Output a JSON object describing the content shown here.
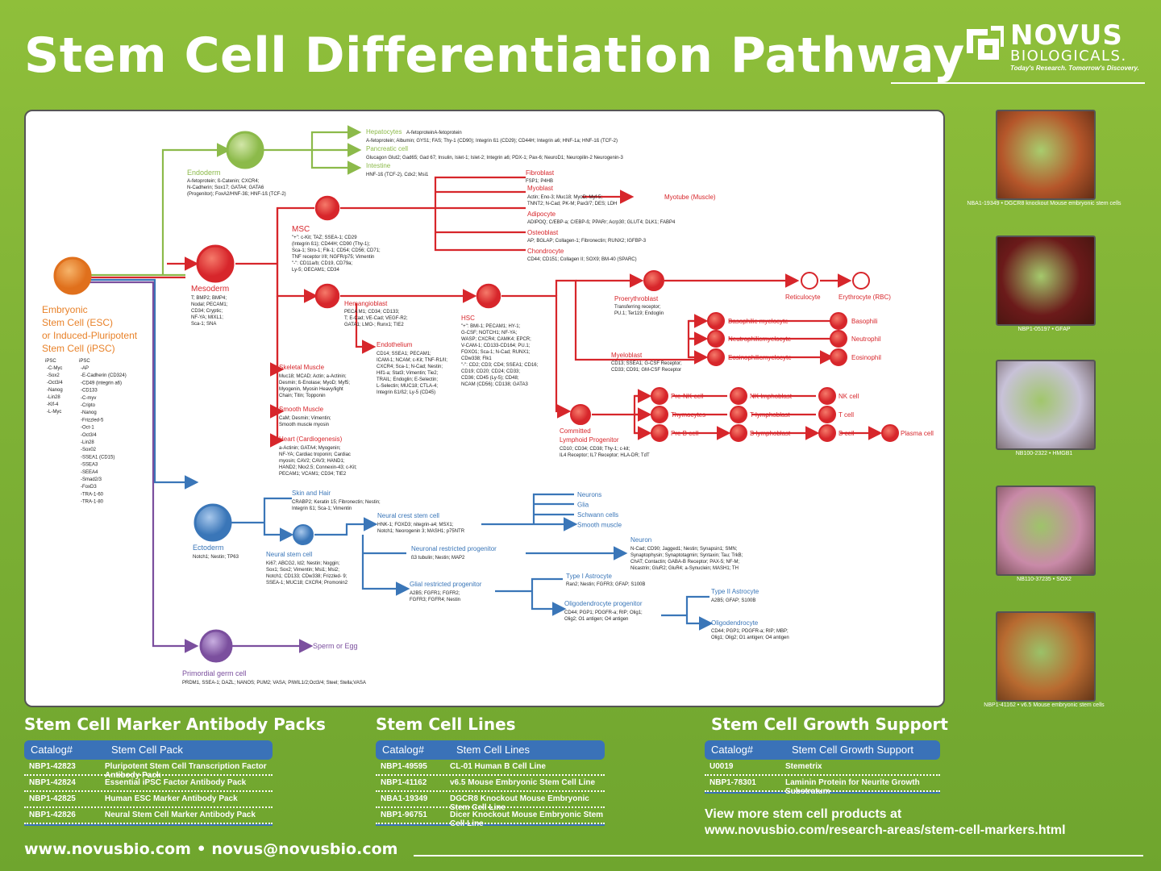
{
  "title": "Stem Cell Differentiation Pathway",
  "logo": {
    "line1": "NOVUS",
    "line2": "BIOLOGICALS.",
    "tagline": "Today's Research. Tomorrow's Discovery."
  },
  "colors": {
    "endoderm": "#8cba4a",
    "mesoderm": "#d7262b",
    "ectoderm": "#3a76b8",
    "germ": "#7b4f9e",
    "stem": "#e8822a",
    "background": "#7fb236"
  },
  "nodes": {
    "stem": {
      "title": [
        "Embryonic",
        "Stem Cell (ESC)",
        "or Induced-Pluripotent",
        "Stem Cell (iPSC)"
      ]
    },
    "ipsc_left": {
      "head": "iPSC",
      "items": [
        "-C-Myc",
        "-Sox2",
        "-Oct3/4",
        "-Nanog",
        "-Lin28",
        "-Klf-4",
        "-L-Myc"
      ]
    },
    "ipsc_right": {
      "head": "iPSC",
      "items": [
        "-AP",
        "-E-Cadherin (CD324)",
        "-CD49 (integrin a6)",
        "-CD133",
        "-C-myv",
        "-Cripto",
        "-Nanog",
        "-Frizzled-5",
        "-Oct-1",
        "-Oct3/4",
        "-Lin28",
        "-Sox02",
        "-SSEA1 (CD15)",
        "-SSEA3",
        "-SEEA4",
        "-Smad2/3",
        "-FoxD3",
        "-TRA-1-60",
        "-TRA-1-80"
      ]
    },
    "endoderm": {
      "title": "Endoderm",
      "markers": [
        "A-fetoprotein; ß-Catenin; CXCR4;",
        "N-Cadherin; Sox17; GATA4; GATA6",
        "(Progenitor); FoxA2/HNF-3ß; HNF-1ß (TCF-2)"
      ]
    },
    "hepatocytes": {
      "title": "Hepatocytes",
      "inline": "A-fetoproteinA-fetoprotein",
      "markers": "A-fetoprotein; Albumin; GYS1; FAS; Thy-1 (CD90); Integrin ß1 (CD29); CD44H; Integrin a6; HNF-1a; HNF-1ß (TCF-2)"
    },
    "pancreatic": {
      "title": "Pancreatic cell",
      "markers": "Glucagon Glut2; Gad65; Gad 67; Insulin, Islet-1; Islet-2; Integrin a6; PDX-1; Pax-6; NeuroD1; Neuropilin-2 Neurogenin-3"
    },
    "intestine": {
      "title": "Intestine",
      "markers": "HNF-1ß (TCF-2), Cdx2; Msi1"
    },
    "mesoderm": {
      "title": "Mesoderm",
      "markers": [
        "T; BMP2; BMP4;",
        "Nodal; PECAM1;",
        "CD34; Cryptic;",
        "NF-YA; MIXL1;",
        "Sca-1; SNA"
      ]
    },
    "msc": {
      "title": "MSC",
      "markers": [
        "\"+\": c-Kit; TAZ; SSEA-1; CD29",
        "(Integrin ß1); CD44H; CD90 (Thy-1);",
        "Sca-1; Stro-1; Flk-1; CD54; CD56; CD71;",
        "TNF receptor I/II; NGFR/p75; Vimentin",
        "\"-\": CD11a/b; CD19, CD79a;",
        "Ly-5; OECAM1; CD34"
      ]
    },
    "fibroblast": {
      "title": "Fibroblast",
      "markers": [
        "FSP1; P4HB"
      ]
    },
    "myoblast": {
      "title": "Myoblast",
      "markers": [
        "Actin; Eno-3; Muc18; MyoD; Myf-5;",
        "TNNT2; N-Cad; PK-M; Pax3/7; DES; LDH"
      ]
    },
    "myotube": {
      "title": "Myotube (Muscle)"
    },
    "adipocyte": {
      "title": "Adipocyte",
      "markers": [
        "ADIPOQ; C/EBP-a; C/EBP-ß; PPARr; Acrp30; GLUT4; DLK1; FABP4"
      ]
    },
    "osteoblast": {
      "title": "Osteoblast",
      "markers": [
        "AP; BGLAP; Collagen-1; Fibronectin; RUNX2; IGFBP-3"
      ]
    },
    "chondrocyte": {
      "title": "Chondrocyte",
      "markers": [
        "CD44; CD151; Collagen II; SOX9; BM-40 (SPARC)"
      ]
    },
    "hemangioblast": {
      "title": "Hemangioblast",
      "markers": [
        "PECA M1; CD34; CD133;",
        "T; E-Cad; VE-Cad; VEGF-R2;",
        "GATA1; LMO-; Runx1; TIE2"
      ]
    },
    "endothelium": {
      "title": "Endothelium",
      "markers": [
        "CD14; SSEA1; PECAM1;",
        "ICAM-1; NCAM; c-Kit; TNF-R1/II;",
        "CXCR4; Sca-1; N-Cad; Nestin;",
        "Hif1-a; Stat3; Vimentin; Tie2;",
        "TRAIL; Endoglin; E-Selectin;",
        "L-Selectin; MUC18; CTLA-4;",
        "Integrin ß1/ß2; Ly-5 (CD45)"
      ]
    },
    "hsc": {
      "title": "HSC",
      "markers": [
        "\"+\": BMI-1; PECAM1; HY-1;",
        "G-CSF; NOTCH1; NF-YA;",
        "WASP; CXCR4; CAMK4; EPCR;",
        "V-CAM-1; CD133-CD164; PU.1;",
        "FOXO1; Sca-1; N-Cad; RUNX1;",
        "CDw338; Flk1",
        "\"-\": CD2; CD3; CD4; SSEA1; CD16;",
        "CD19; CD20; CD24; CD33;",
        "CD36; CD45 (Ly-5); CD48;",
        "NCAM (CD56); CD138; GATA3"
      ]
    },
    "proerythroblast": {
      "title": "Proerythroblast",
      "markers": [
        "Transferring receptor;",
        "PU.1; Ter119; Endoglin"
      ]
    },
    "reticulocyte": {
      "title": "Reticulocyte"
    },
    "erythrocyte": {
      "title": "Erythrocyte (RBC)"
    },
    "myeloblast": {
      "title": "Myeloblast",
      "markers": [
        "CD13; SSEA1; G-CSF Receptor;",
        "CD33; CD91; GM-CSF Receptor"
      ]
    },
    "basophilic_myelocyte": {
      "title": "Basophilic myelocyte"
    },
    "neutrophilic_myelocyte": {
      "title": "Neutrophilicmyelocyte"
    },
    "eosinophilic_myelocyte": {
      "title": "Eosinophilicmyelocyte"
    },
    "basophil": {
      "title": "Basophili"
    },
    "neutrophil": {
      "title": "Neutrophil"
    },
    "eosinophil": {
      "title": "Eosinophil"
    },
    "lymphoid": {
      "title": [
        "Committed",
        "Lymphoid Progenitor"
      ],
      "markers": [
        "CD10; CD34; CD38; Thy-1; c-kit;",
        "IL4 Receptor; IL7 Receptor; HLA-DR; TdT"
      ]
    },
    "pre_nk": {
      "title": "Pre-NK cell"
    },
    "thymocytes": {
      "title": "Thymocytes"
    },
    "pre_b": {
      "title": "Pre B cell"
    },
    "nk_lymphoblast": {
      "title": "NK lmphoblast"
    },
    "t_lymphoblast": {
      "title": "T lymphoblast"
    },
    "b_lymphoblast": {
      "title": "B lymphoblast"
    },
    "nk_cell": {
      "title": "NK cell"
    },
    "t_cell": {
      "title": "T cell"
    },
    "b_cell": {
      "title": "B cell"
    },
    "plasma_cell": {
      "title": "Plasma cell"
    },
    "skeletal": {
      "title": "Skeletal Muscle",
      "markers": [
        "Muc18; MCAD; Actin; a-Actinin;",
        "Desmin; ß-Enolase; MyoD; Myf5;",
        "Myogenin, Myosin Heavy/light",
        "Chain; Titin; Topponin"
      ]
    },
    "smooth": {
      "title": "Smooth Muscle",
      "markers": [
        "CaM; Desmin; Vimentin;",
        "Smooth muscle myosin"
      ]
    },
    "heart": {
      "title": "Heart (Cardiogenesis)",
      "markers": [
        "a-Actinin; GATA4; Myogenin;",
        "NF-YA; Cardiac troponin; Cardiac",
        "myosin; CAV2; CAV3; HAND1;",
        "HAND2; Nkx2.5; Connexin-43; c-Kit;",
        "PECAM1; VCAM1; CD34; TIE2"
      ]
    },
    "ectoderm": {
      "title": "Ectoderm",
      "markers": [
        "Notch1; Nestin; TP63"
      ]
    },
    "skin": {
      "title": "Skin and Hair",
      "markers": [
        "CRABP2; Keratin 15; Fibronectin; Nestin;",
        "Integrin ß1; Sca-1; Vimentin"
      ]
    },
    "neural_stem": {
      "title": "Neural stem cell",
      "markers": [
        "Ki67; ABCG2, Id2; Nestin; Noggin;",
        "Sox1; Sox2; Vimentin; Msi1; Msi2;",
        "Notch1; CD133; CDw338; Frizzled- 9;",
        "SSEA-1; MUC18; CXCR4; Promonin2"
      ]
    },
    "neural_crest": {
      "title": "Neural crest stem cell",
      "markers": [
        "HNK-1; FOXD3; nitegrin-a4; MSX1;",
        "Notch1; Neorogenin 3; MASH1; p75NTR"
      ]
    },
    "crest_out": [
      "Neurons",
      "Glia",
      "Schwann cells",
      "Smooth muscle"
    ],
    "neuronal_restricted": {
      "title": "Neuronal restricted progenitor",
      "markers": [
        "ß3 tubulin; Nestin; MAP2"
      ]
    },
    "neuron": {
      "title": "Neuron",
      "markers": [
        "N-Cad; CD90; Jagged1; Nestin; Synapsin1; SMN;",
        "Synaptophysin; Synaptotagmin; Syntaxin; Tau; TrkB;",
        "ChAT; Contactin; GABA-B Receptor; PAX-5; NF-M;",
        "Nicastrin; GluR2; GluR4; a-Synuclein; MASH1; TH"
      ]
    },
    "glial_restricted": {
      "title": "Glial restricted progenitor",
      "markers": [
        "A2B5; FGFR1; FGFR2;",
        "FGFR3; FGFR4; Nestin"
      ]
    },
    "type1_astro": {
      "title": "Type I Astrocyte",
      "markers": [
        "Ran2; Nestin; FGFR3; GFAP; S100B"
      ]
    },
    "oligo_prog": {
      "title": "Oligodendrocyte progenitor",
      "markers": [
        "CD44; PGP1; PDGFR-a; RIP; Olig1;",
        "Olig2; O1 antigen; O4 antigen"
      ]
    },
    "type2_astro": {
      "title": "Type II Astrocyte",
      "markers": [
        "A2B5; GFAP; S100B"
      ]
    },
    "oligo": {
      "title": "Oligodendrocyte",
      "markers": [
        "CD44; PGP1; PDGFR-a; RIP; MBP;",
        "Olig1; Olig2; O1 antigen; O4 antigen"
      ]
    },
    "germ": {
      "title": "Primordial germ cell",
      "markers": [
        "PRDM1, SSEA-1; DAZL; NANOS; PUM2; VASA; PIWIL1/2;Oct3/4; Steel; Stella;VASA"
      ]
    },
    "sperm": {
      "title": "Sperm or Egg"
    }
  },
  "images": [
    {
      "caption": "NBA1-19349 • DGCR8 knockout Mouse embryonic stem cells",
      "color": "#b5562a"
    },
    {
      "caption": "NBP1-05197 • GFAP",
      "color": "#6b1a1a"
    },
    {
      "caption": "NB100-2322 • HMGB1",
      "color": "#c8c2d8"
    },
    {
      "caption": "NB110-37235 • SOX2",
      "color": "#c98aa8"
    },
    {
      "caption": "NBP1-41162 • v6.5 Mouse embryonic stem cells",
      "color": "#b86a30"
    }
  ],
  "tables": {
    "antibody_packs": {
      "title": "Stem Cell Marker Antibody Packs",
      "col1": "Catalog#",
      "col2": "Stem Cell Pack",
      "rows": [
        [
          "NBP1-42823",
          "Pluripotent Stem Cell Transcription Factor Antibody Pack"
        ],
        [
          "NBP1-42824",
          "Essential iPSC Factor Antibody Pack"
        ],
        [
          "NBP1-42825",
          "Human ESC Marker Antibody Pack"
        ],
        [
          "NBP1-42826",
          "Neural Stem Cell Marker Antibody Pack"
        ]
      ]
    },
    "cell_lines": {
      "title": "Stem Cell Lines",
      "col1": "Catalog#",
      "col2": "Stem Cell Lines",
      "rows": [
        [
          "NBP1-49595",
          "CL-01 Human B Cell Line"
        ],
        [
          "NBP1-41162",
          "v6.5 Mouse Embryonic Stem Cell Line"
        ],
        [
          "NBA1-19349",
          "DGCR8 Knockout Mouse Embryonic Stem Cell Line"
        ],
        [
          "NBP1-96751",
          "Dicer Knockout Mouse Embryonic Stem Cell Line"
        ]
      ]
    },
    "growth_support": {
      "title": "Stem Cell Growth Support",
      "col1": "Catalog#",
      "col2": "Stem Cell Growth Support",
      "rows": [
        [
          "U0019",
          "Stemetrix"
        ],
        [
          "NBP1-78301",
          "Laminin Protein for Neurite Growth Substratum"
        ]
      ]
    }
  },
  "more": {
    "line1": "View more stem cell products at",
    "line2": "www.novusbio.com/research-areas/stem-cell-markers.html"
  },
  "footer": "www.novusbio.com • novus@novusbio.com"
}
